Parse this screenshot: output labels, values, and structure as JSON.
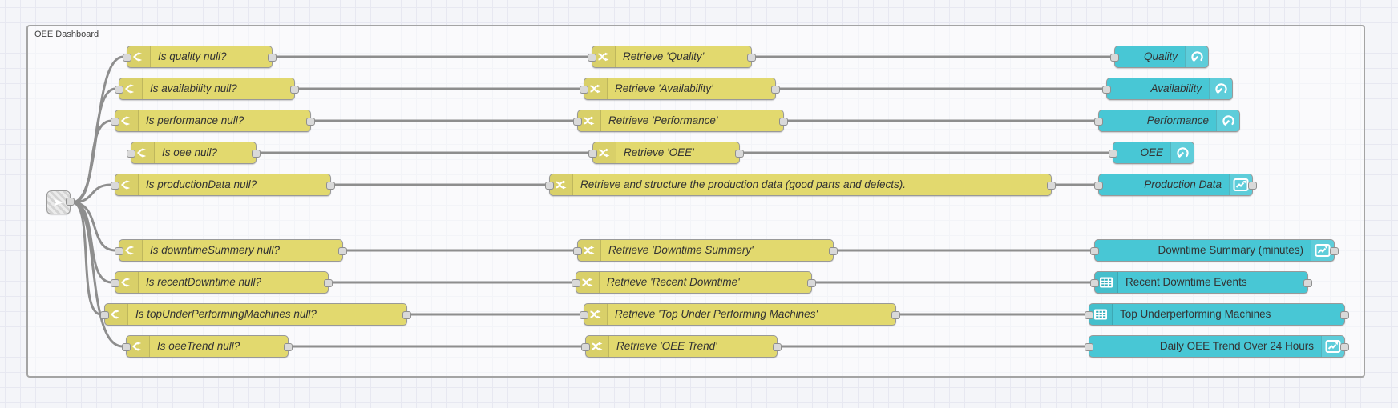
{
  "group": {
    "label": "OEE Dashboard"
  },
  "colors": {
    "switch_node": "#e2d96e",
    "change_node": "#e2d96e",
    "ui_node": "#48c7d5",
    "wire": "#8e8e8e",
    "node_border": "#999999",
    "canvas_bg": "#f4f5f9"
  },
  "junction": {
    "icon": "link-arrow-icon"
  },
  "rows": [
    {
      "switch": {
        "label": "Is quality null?"
      },
      "change": {
        "label": "Retrieve 'Quality'"
      },
      "ui": {
        "label": "Quality",
        "icon": "gauge"
      }
    },
    {
      "switch": {
        "label": "Is availability null?"
      },
      "change": {
        "label": "Retrieve 'Availability'"
      },
      "ui": {
        "label": "Availability",
        "icon": "gauge"
      }
    },
    {
      "switch": {
        "label": "Is performance null?"
      },
      "change": {
        "label": "Retrieve 'Performance'"
      },
      "ui": {
        "label": "Performance",
        "icon": "gauge"
      }
    },
    {
      "switch": {
        "label": "Is oee null?"
      },
      "change": {
        "label": "Retrieve 'OEE'"
      },
      "ui": {
        "label": "OEE",
        "icon": "gauge"
      }
    },
    {
      "switch": {
        "label": "Is productionData null?"
      },
      "change": {
        "label": "Retrieve and structure the production data (good parts and defects)."
      },
      "ui": {
        "label": "Production Data",
        "icon": "chart"
      }
    },
    {
      "switch": {
        "label": "Is downtimeSummery null?"
      },
      "change": {
        "label": "Retrieve 'Downtime Summery'"
      },
      "ui": {
        "label": "Downtime Summary (minutes)",
        "icon": "chart"
      }
    },
    {
      "switch": {
        "label": "Is recentDowntime null?"
      },
      "change": {
        "label": "Retrieve 'Recent Downtime'"
      },
      "ui": {
        "label": "Recent Downtime Events",
        "icon": "table"
      }
    },
    {
      "switch": {
        "label": "Is topUnderPerformingMachines null?"
      },
      "change": {
        "label": "Retrieve 'Top Under Performing Machines'"
      },
      "ui": {
        "label": "Top Underperforming Machines",
        "icon": "table"
      }
    },
    {
      "switch": {
        "label": "Is oeeTrend null?"
      },
      "change": {
        "label": "Retrieve 'OEE Trend'"
      },
      "ui": {
        "label": "Daily OEE Trend Over 24 Hours",
        "icon": "chart"
      }
    }
  ]
}
